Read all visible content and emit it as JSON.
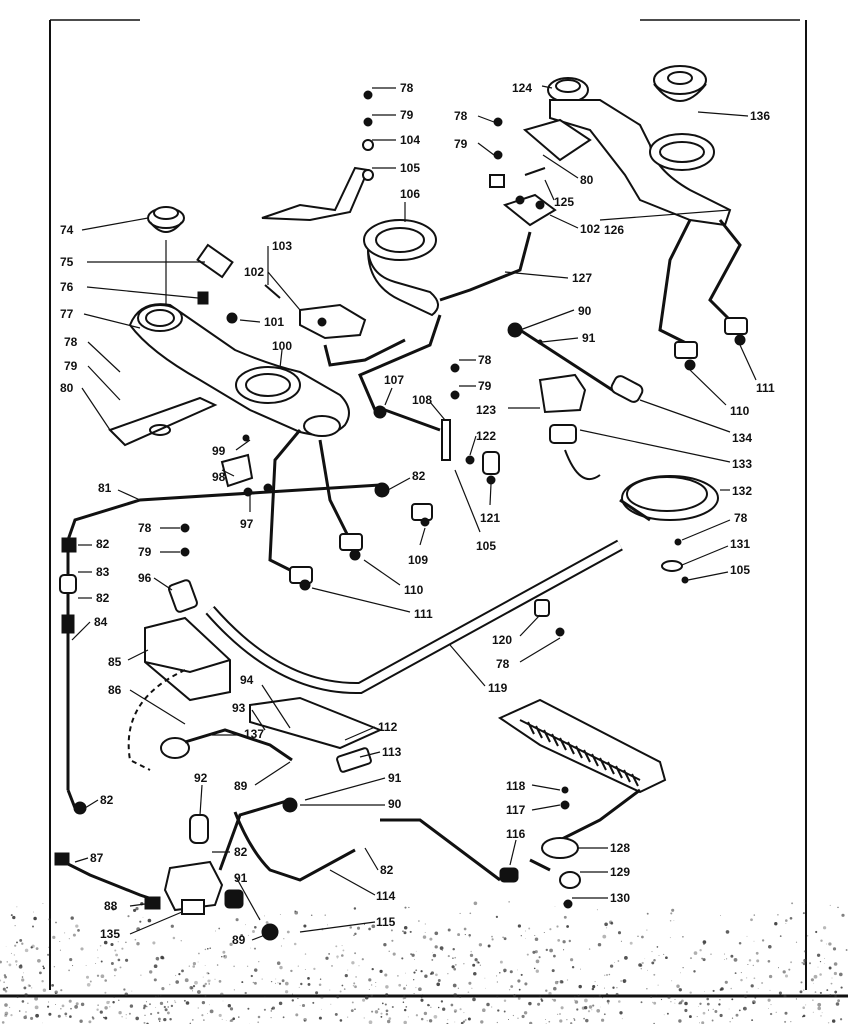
{
  "labels": {
    "l74": "74",
    "l75": "75",
    "l76": "76",
    "l77": "77",
    "l78a": "78",
    "l79a": "79",
    "l80a": "80",
    "l78b": "78",
    "l79b": "79",
    "l104": "104",
    "l105a": "105",
    "l106": "106",
    "l103": "103",
    "l102a": "102",
    "l101": "101",
    "l100": "100",
    "l99": "99",
    "l98": "98",
    "l97": "97",
    "l124": "124",
    "l136": "136",
    "l78c": "78",
    "l79c": "79",
    "l80b": "80",
    "l125": "125",
    "l102b": "102",
    "l126": "126",
    "l127": "127",
    "l90a": "90",
    "l91a": "91",
    "l111a": "111",
    "l110a": "110",
    "l134": "134",
    "l133": "133",
    "l132": "132",
    "l78d": "78",
    "l79d": "79",
    "l107": "107",
    "l108": "108",
    "l123": "123",
    "l122": "122",
    "l121": "121",
    "l105b": "105",
    "l82a": "82",
    "l109": "109",
    "l110b": "110",
    "l111b": "111",
    "l81": "81",
    "l82b": "82",
    "l78e": "78",
    "l79e": "79",
    "l96": "96",
    "l83": "83",
    "l82c": "82",
    "l84": "84",
    "l78f": "78",
    "l131": "131",
    "l105c": "105",
    "l120": "120",
    "l78g": "78",
    "l119": "119",
    "l85": "85",
    "l86": "86",
    "l94": "94",
    "l93": "93",
    "l112": "112",
    "l137": "137",
    "l113": "113",
    "l89": "89",
    "l91b": "91",
    "l90b": "90",
    "l92": "92",
    "l82d": "82",
    "l82e": "82",
    "l87": "87",
    "l82f": "82",
    "l114": "114",
    "l91c": "91",
    "l88": "88",
    "l135": "135",
    "l89b": "89",
    "l115": "115",
    "l118": "118",
    "l117": "117",
    "l116": "116",
    "l128": "128",
    "l129": "129",
    "l130": "130"
  }
}
